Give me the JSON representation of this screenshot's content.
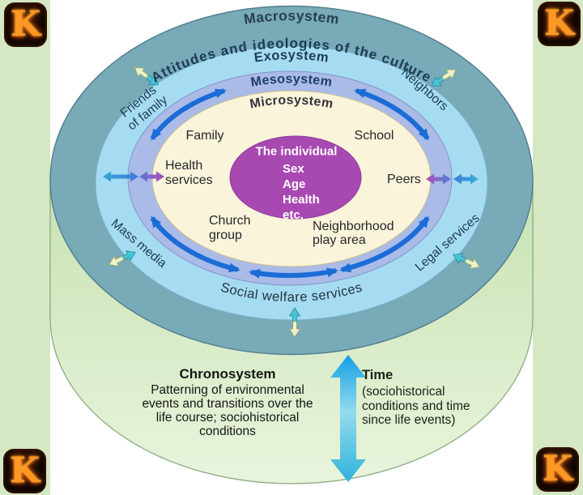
{
  "logo": {
    "letter": "K"
  },
  "labels": {
    "macrosystem": "Macrosystem",
    "macrosystem_desc": "Attitudes and ideologies of the culture",
    "exosystem": "Exosystem",
    "mesosystem": "Mesosystem",
    "microsystem": "Microsystem",
    "family": "Family",
    "school": "School",
    "health_services": "Health\nservices",
    "peers": "Peers",
    "church_group": "Church\ngroup",
    "neighborhood_play_area": "Neighborhood\nplay area",
    "friends_of_family": "Friends\nof family",
    "neighbors": "Neighbors",
    "mass_media": "Mass media",
    "legal_services": "Legal services",
    "social_welfare_services": "Social welfare services"
  },
  "individual": {
    "title": "The individual",
    "attributes": "Sex\nAge\nHealth\netc."
  },
  "chronosystem": {
    "title": "Chronosystem",
    "description": "Patterning of environmental\nevents and transitions over the\nlife course; sociohistorical\nconditions"
  },
  "time": {
    "title": "Time",
    "description": "(sociohistorical\nconditions and time\nsince life events)"
  },
  "colors": {
    "macrosystem_ring": "#78aab8",
    "exosystem_ring": "#a6dcf2",
    "mesosystem_ring": "#aabbe8",
    "microsystem_fill": "#faf4da",
    "individual_fill": "#a849b2",
    "chronosystem_fill": "#d8ecc6",
    "mesosystem_arrow": "#1b6cd6",
    "time_arrow": "#1aa3e4",
    "side_strip": "#d5e7c3"
  }
}
